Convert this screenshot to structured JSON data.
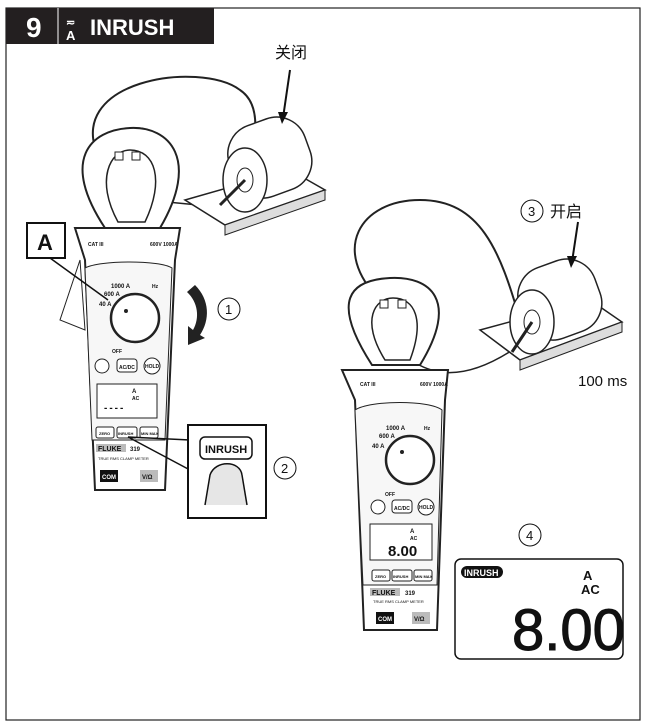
{
  "header": {
    "step_number": "9",
    "function_symbol": "~ A",
    "title": "INRUSH"
  },
  "labels": {
    "off": "关闭",
    "step3_number": "3",
    "on": "开启",
    "time": "100 ms",
    "callout_a": "A",
    "step1_number": "1",
    "step2_number": "2",
    "step4_number": "4",
    "inrush_button_callout": "INRUSH"
  },
  "meter": {
    "cat": "CAT III",
    "rating": "600V 1000A",
    "range_1000": "1000 A",
    "range_600": "600 A",
    "range_40": "40 A",
    "hz": "Hz",
    "off": "OFF",
    "acdc": "AC/DC",
    "hold": "HOLD",
    "zero": "ZERO",
    "inrush": "INRUSH",
    "minmax": "MIN MAX",
    "brand": "FLUKE",
    "model": "319",
    "subtitle": "TRUE RMS CLAMP METER",
    "com": "COM",
    "volt": "V/Ω",
    "left_display_value": "----",
    "right_display_value": "8.00",
    "unit": "A",
    "unit_mode": "AC"
  },
  "big_display": {
    "badge": "INRUSH",
    "unit": "A",
    "unit_mode": "AC",
    "value": "8.00"
  }
}
